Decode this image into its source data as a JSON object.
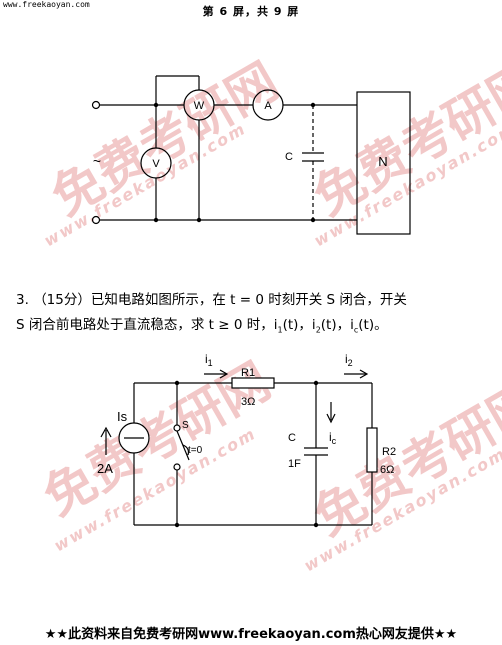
{
  "header": {
    "site_url": "www.freekaoyan.com",
    "page_indicator": "第 6 屏，共 9 屏"
  },
  "watermark": {
    "text": "免费考研网",
    "url": "www.freekaoyan.com"
  },
  "circuit1": {
    "wattmeter_label": "W",
    "ammeter_label": "A",
    "voltmeter_label": "V",
    "source_symbol": "~",
    "capacitor_label": "C",
    "network_label": "N"
  },
  "problem3": {
    "number": "3.",
    "score": "（15分）",
    "line1_text": "已知电路如图所示，在 t = 0 时刻开关 S 闭合，开关",
    "line2_text": "S 闭合前电路处于直流稳态，求 t ≥ 0 时，",
    "currents": [
      "i",
      "(t)，",
      "i",
      "(t)，",
      "i",
      "(t)。"
    ],
    "subs": [
      "1",
      "2",
      "c"
    ]
  },
  "circuit2": {
    "i1_label": "i",
    "i1_sub": "1",
    "i2_label": "i",
    "i2_sub": "2",
    "ic_label": "i",
    "ic_sub": "c",
    "r1_label": "R1",
    "r1_value": "3Ω",
    "r2_label": "R2",
    "r2_value": "6Ω",
    "is_label": "Is",
    "is_value": "2A",
    "switch_label": "S",
    "switch_time": "t=0",
    "cap_label": "C",
    "cap_value": "1F"
  },
  "footer": {
    "text": "★★此资料来自免费考研网www.freekaoyan.com热心网友提供★★"
  }
}
